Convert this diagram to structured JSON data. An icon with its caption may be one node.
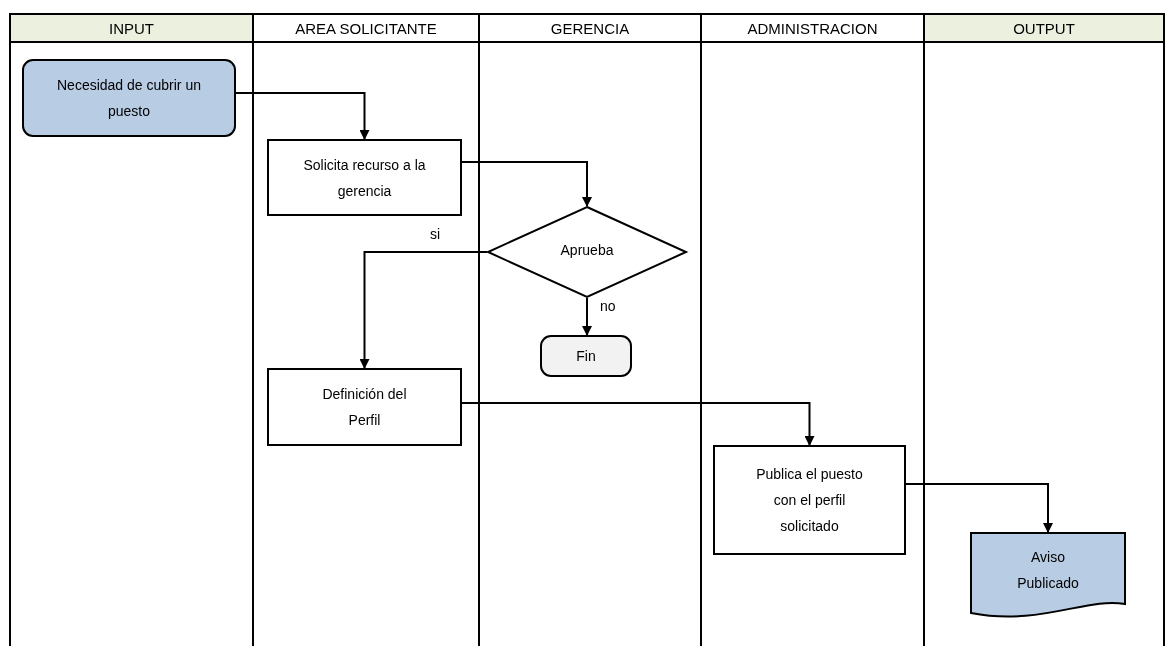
{
  "diagram": {
    "nodes": [
      {
        "text": [
          "INPUT"
        ]
      },
      {
        "text": [
          "AREA SOLICITANTE"
        ]
      },
      {
        "text": [
          "GERENCIA"
        ]
      },
      {
        "text": [
          "ADMINISTRACION"
        ]
      },
      {
        "text": [
          "OUTPUT"
        ]
      },
      {
        "text": [
          "Necesidad de cubrir un puesto"
        ],
        "in": 0
      },
      {
        "text": [
          "Solicita recurso a la gerencia"
        ],
        "in": 1
      },
      {
        "text": [
          "Aprueba"
        ],
        "in": 2
      },
      {
        "text": [
          "Fin"
        ],
        "in": 2
      },
      {
        "text": [
          "Definición del Perfil"
        ],
        "in": 1
      },
      {
        "text": [
          "Publica el puesto con el perfil solicitado"
        ],
        "in": 3
      },
      {
        "text": [
          "Aviso Publicado"
        ],
        "in": 4
      }
    ],
    "edges": [
      {
        "from": 5,
        "to": 6,
        "arrow": "to"
      },
      {
        "from": 6,
        "to": 7,
        "arrow": "to"
      },
      {
        "from": 7,
        "to": 9,
        "arrow": "to",
        "label": "si"
      },
      {
        "from": 7,
        "to": 8,
        "arrow": "to",
        "label": "no"
      },
      {
        "from": 9,
        "to": 10,
        "arrow": "to"
      },
      {
        "from": 10,
        "to": 11,
        "arrow": "to"
      }
    ]
  }
}
